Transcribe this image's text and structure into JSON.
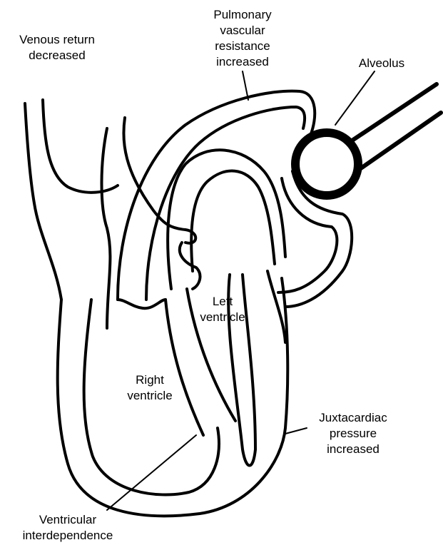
{
  "labels": {
    "venous_return": [
      "Venous return",
      "decreased"
    ],
    "pulmonary": [
      "Pulmonary",
      "vascular",
      "resistance",
      "increased"
    ],
    "alveolus": [
      "Alveolus"
    ],
    "left_ventricle": [
      "Left",
      "ventricle"
    ],
    "right_ventricle": [
      "Right",
      "ventricle"
    ],
    "juxtacardiac": [
      "Juxtacardiac",
      "pressure",
      "increased"
    ],
    "interdependence": [
      "Ventricular",
      "interdependence"
    ]
  },
  "colors": {
    "stroke": "#000000",
    "background": "#ffffff"
  }
}
